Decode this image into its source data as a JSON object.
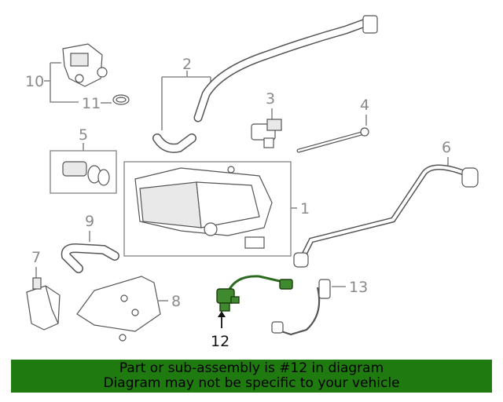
{
  "callouts": {
    "c1": "1",
    "c2": "2",
    "c3": "3",
    "c4": "4",
    "c5": "5",
    "c6": "6",
    "c7": "7",
    "c8": "8",
    "c9": "9",
    "c10": "10",
    "c11": "11",
    "c12": "12",
    "c13": "13"
  },
  "highlighted_part": "12",
  "colors": {
    "banner": "#1f7a0f",
    "highlight": "#3f8a2e",
    "callout": "#8a8a8a"
  },
  "banner": {
    "line1": "Part or sub-assembly is #12 in diagram",
    "line2": "Diagram may not be specific to your vehicle"
  }
}
